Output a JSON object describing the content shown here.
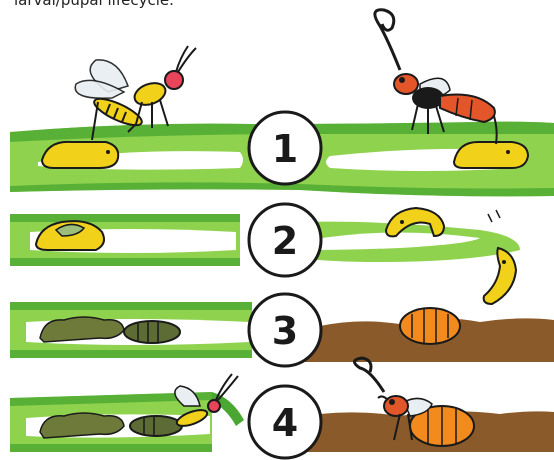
{
  "caption": "larval/pupal lifecycle.",
  "steps": [
    {
      "number": "1"
    },
    {
      "number": "2"
    },
    {
      "number": "3"
    },
    {
      "number": "4"
    }
  ],
  "colors": {
    "leaf_light": "#8fd24d",
    "leaf_dark": "#4aa832",
    "tunnel": "#ffffff",
    "soil": "#8b5a2b",
    "larva_yellow": "#f2d11a",
    "pupa_dark": "#5d6b35",
    "frass": "#6e7a3a",
    "cocoon_orange": "#f28a1e",
    "wasp_orange": "#e2562a",
    "outline": "#1a1a1a"
  },
  "icons": [
    "parasitoid-wasp-icon",
    "ichneumon-wasp-icon",
    "larva-icon",
    "pupa-icon",
    "cocoon-icon"
  ]
}
